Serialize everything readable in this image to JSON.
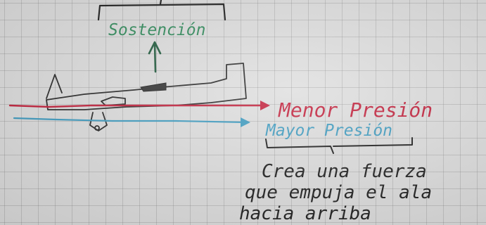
{
  "labels": {
    "lift": "Sostención",
    "lower_pressure": "Menor Presión",
    "higher_pressure": "Mayor Presión",
    "note_line_1": "Crea una fuerza",
    "note_line_2": "que empuja el ala",
    "note_line_3": "hacia arriba"
  },
  "colors": {
    "lift": "#2f8a5a",
    "lower_pressure": "#c21f3a",
    "higher_pressure": "#3d9bc0",
    "ink": "#1c1c1c"
  }
}
